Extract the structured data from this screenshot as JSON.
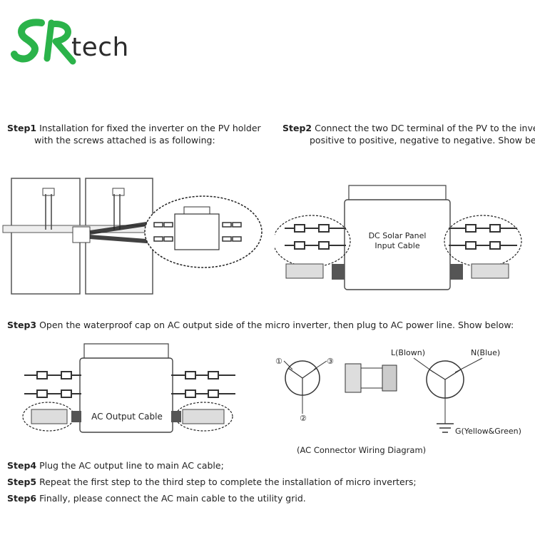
{
  "brand": {
    "logo_letters": "SR",
    "name": "tech",
    "accent": "#2bb34a"
  },
  "step1": {
    "label": "Step1",
    "line1": "Installation for fixed the inverter on the PV holder",
    "line2": "with the screws attached is as following:"
  },
  "step2": {
    "label": "Step2",
    "line1": "Connect the two DC terminal of the PV to the inverter,",
    "line2": "positive to positive, negative to negative. Show below:"
  },
  "step3": {
    "label": "Step3",
    "text": "Open the waterproof cap on AC output side of the micro inverter, then plug to AC power line. Show below:"
  },
  "step4": {
    "label": "Step4",
    "text": "Plug the AC output line to main AC cable;"
  },
  "step5": {
    "label": "Step5",
    "text": "Repeat the first step to the third step to complete the installation of micro inverters;"
  },
  "step6": {
    "label": "Step6",
    "text": "Finally, please connect the AC main cable to the utility grid."
  },
  "diagram2": {
    "box_label_line1": "DC Solar Panel",
    "box_label_line2": "Input Cable"
  },
  "diagram3": {
    "box_label": "AC Output Cable"
  },
  "connector": {
    "pin1": "①",
    "pin2": "②",
    "pin3": "③",
    "l_label": "L(Blown)",
    "n_label": "N(Blue)",
    "g_label": "G(Yellow&Green)",
    "caption": "(AC Connector Wiring Diagram)"
  }
}
